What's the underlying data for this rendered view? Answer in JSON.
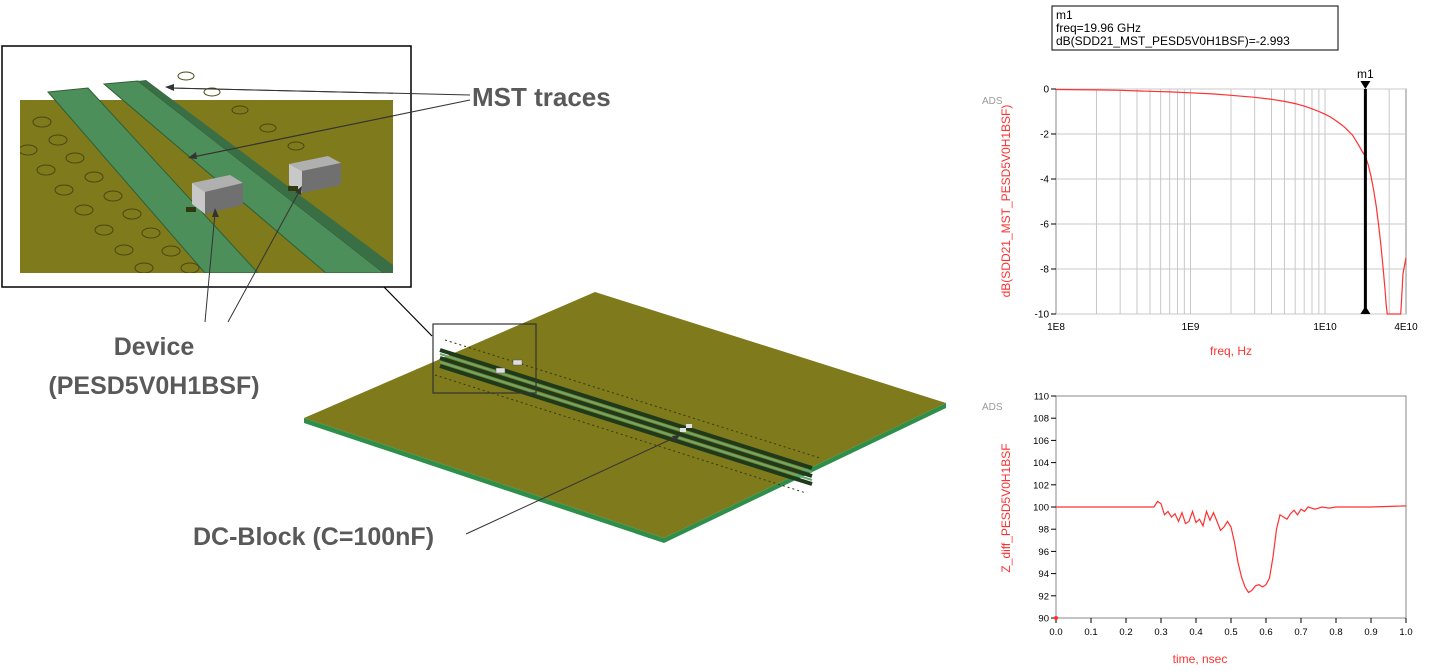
{
  "scene": {
    "callouts": {
      "mst_traces": "MST traces",
      "device_line1": "Device",
      "device_line2": "(PESD5V0H1BSF)",
      "dc_block": "DC-Block (C=100nF)"
    },
    "colors": {
      "board_top": "#7f7a1c",
      "board_edge": "#2f8f4a",
      "trace": "#4d8f5a",
      "component": "#808080",
      "callout_text": "#595959"
    }
  },
  "chart_data": [
    {
      "type": "line",
      "watermark": "ADS",
      "ylabel": "dB(SDD21_MST_PESD5V0H1BSF)",
      "xlabel": "freq, Hz",
      "x_scale": "log",
      "xlim": [
        100000000,
        40000000000
      ],
      "ylim": [
        -10,
        0
      ],
      "x_ticks": [
        100000000,
        1000000000,
        10000000000,
        40000000000
      ],
      "x_tick_labels": [
        "1E8",
        "1E9",
        "1E10",
        "4E10"
      ],
      "y_ticks": [
        0,
        -2,
        -4,
        -6,
        -8,
        -10
      ],
      "y_tick_labels": [
        "0",
        "-2",
        "-4",
        "-6",
        "-8",
        "-10"
      ],
      "grid": true,
      "series": [
        {
          "color": "#ff3030",
          "x": [
            100000000,
            200000000,
            300000000,
            500000000,
            700000000,
            1000000000,
            1500000000,
            2000000000,
            3000000000,
            4000000000,
            5000000000,
            6000000000,
            7000000000,
            8000000000,
            9000000000,
            10000000000,
            11000000000,
            12000000000,
            13000000000,
            14000000000,
            15000000000,
            16000000000,
            17000000000,
            18000000000,
            19000000000,
            19960000000,
            21000000000,
            22000000000,
            23000000000,
            24000000000,
            25000000000,
            26000000000,
            27000000000,
            28000000000,
            28500000000,
            29000000000,
            30000000000,
            32000000000,
            34000000000,
            35500000000,
            36500000000,
            37000000000,
            38000000000,
            40000000000
          ],
          "y": [
            -0.02,
            -0.04,
            -0.06,
            -0.1,
            -0.13,
            -0.17,
            -0.22,
            -0.28,
            -0.37,
            -0.46,
            -0.55,
            -0.65,
            -0.76,
            -0.88,
            -1.0,
            -1.12,
            -1.25,
            -1.4,
            -1.55,
            -1.7,
            -1.88,
            -2.05,
            -2.3,
            -2.55,
            -2.8,
            -2.993,
            -3.4,
            -3.9,
            -4.5,
            -5.2,
            -6.0,
            -6.9,
            -7.9,
            -9.0,
            -9.6,
            -10.0,
            -10.0,
            -10.0,
            -10.0,
            -10.0,
            -10.0,
            -9.5,
            -8.2,
            -7.5
          ]
        }
      ],
      "marker": {
        "name": "m1",
        "x": 19960000000,
        "readout_lines": [
          "m1",
          "freq=19.96 GHz",
          "dB(SDD21_MST_PESD5V0H1BSF)=-2.993"
        ]
      }
    },
    {
      "type": "line",
      "watermark": "ADS",
      "ylabel": "Z_diff_PESD5V0H1BSF",
      "xlabel": "time, nsec",
      "xlim": [
        0,
        1.0
      ],
      "ylim": [
        90,
        110
      ],
      "x_ticks": [
        0,
        0.1,
        0.2,
        0.3,
        0.4,
        0.5,
        0.6,
        0.7,
        0.8,
        0.9,
        1.0
      ],
      "x_tick_labels": [
        "0.0",
        "0.1",
        "0.2",
        "0.3",
        "0.4",
        "0.5",
        "0.6",
        "0.7",
        "0.8",
        "0.9",
        "1.0"
      ],
      "y_ticks": [
        90,
        92,
        94,
        96,
        98,
        100,
        102,
        104,
        106,
        108,
        110
      ],
      "y_tick_labels": [
        "90",
        "92",
        "94",
        "96",
        "98",
        "100",
        "102",
        "104",
        "106",
        "108",
        "110"
      ],
      "grid": false,
      "series": [
        {
          "color": "#ff3030",
          "x": [
            0,
            0.28,
            0.29,
            0.3,
            0.31,
            0.32,
            0.33,
            0.34,
            0.35,
            0.36,
            0.37,
            0.38,
            0.39,
            0.4,
            0.41,
            0.42,
            0.43,
            0.44,
            0.45,
            0.46,
            0.47,
            0.48,
            0.49,
            0.5,
            0.51,
            0.52,
            0.53,
            0.54,
            0.55,
            0.56,
            0.57,
            0.58,
            0.59,
            0.6,
            0.61,
            0.62,
            0.63,
            0.64,
            0.65,
            0.66,
            0.67,
            0.68,
            0.69,
            0.7,
            0.71,
            0.72,
            0.74,
            0.76,
            0.78,
            0.8,
            0.85,
            0.9,
            1.0
          ],
          "y": [
            100,
            100,
            100.5,
            100.3,
            99.3,
            99.6,
            99.1,
            99.4,
            98.7,
            99.5,
            98.5,
            98.7,
            99.6,
            98.6,
            98.9,
            98.3,
            99.6,
            98.8,
            99.5,
            98.7,
            97.9,
            98.2,
            98.7,
            98.2,
            96.8,
            95.0,
            93.7,
            92.8,
            92.3,
            92.5,
            92.9,
            93.0,
            92.8,
            93.0,
            93.6,
            95.5,
            98.0,
            99.3,
            99.1,
            98.9,
            99.4,
            99.7,
            99.3,
            99.8,
            99.6,
            100.0,
            99.8,
            100.0,
            99.9,
            100.0,
            100.0,
            100.0,
            100.1
          ]
        }
      ]
    }
  ]
}
